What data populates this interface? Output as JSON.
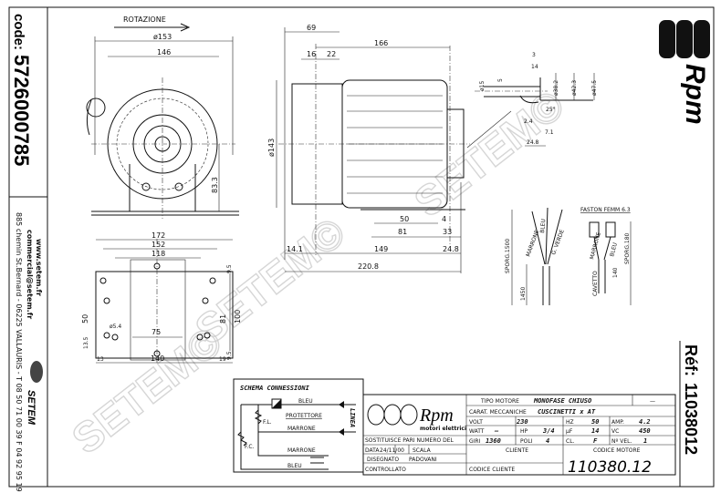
{
  "sidebar_left": {
    "code_label": "code:",
    "code_value": "5726000785",
    "website": "www.setem.fr",
    "email": "commercial@setem.fr",
    "address": "885 chemin St.Bernard - 06225 VALLAURIS - T 08 50 71 00 39  F 04 92 95 19 39",
    "logo_text": "SETEM"
  },
  "sidebar_right": {
    "logo_text": "Rpm",
    "ref_label": "Réf:",
    "ref_value": "11038012"
  },
  "watermark": "SETEM©",
  "front_view": {
    "rotation_label": "ROTAZIONE",
    "dims": {
      "d153": "ø153",
      "d146": "146",
      "h83": "83.3"
    }
  },
  "side_view": {
    "dims": {
      "d69": "69",
      "d166": "166",
      "d16": "16",
      "d22": "22",
      "d143": "ø143",
      "d50": "50",
      "d4": "4",
      "d81": "81",
      "d33": "33",
      "d14_1": "14.1",
      "d149": "149",
      "d24_8": "24.8",
      "d220_8": "220.8"
    }
  },
  "shaft_detail": {
    "dims": {
      "d3": "3",
      "d14": "14",
      "d15": "ø15",
      "d5": "5",
      "d38": "ø38.2",
      "d42": "ø42.3",
      "d47": "ø47.5",
      "a25": "25°",
      "d2_4": "2.4",
      "d7_1": "7.1",
      "d24_8": "24.8"
    }
  },
  "base_plan": {
    "dims": {
      "d172": "172",
      "d152": "152",
      "d118": "118",
      "d9_5a": "9.5",
      "d100": "100",
      "d81": "81",
      "d50": "50",
      "d5_4": "ø5.4",
      "d13_5": "13.5",
      "d75": "75",
      "d9_5b": "9.5",
      "d13": "13",
      "d140": "140",
      "d19": "19"
    }
  },
  "cables": {
    "faston_label": "FASTON FEMM 6.3",
    "left": {
      "wire1": "MARRONE",
      "wire2": "BLEU",
      "wire3": "G. VERDE",
      "sporg": "SPORG.1500",
      "len": "1450"
    },
    "right": {
      "wire1": "MARRONE",
      "wire2": "BLEU",
      "cable": "CAVETTO",
      "len": "140",
      "sporg": "SPORG.180"
    }
  },
  "schema": {
    "title": "SCHEMA CONNESSIONI",
    "bleu_top": "BLEU",
    "protettore": "PROTETTORE",
    "fl": "F.L.",
    "marrone1": "MARRONE",
    "fc": "F.C.",
    "marrone2": "MARRONE",
    "bleu_bottom": "BLEU",
    "linea": "LINEA"
  },
  "title_block": {
    "brand": "Rpm",
    "brand_sub": "motori elettrici",
    "tipo_label": "TIPO MOTORE",
    "tipo_value": "MONOFASE CHIUSO",
    "tipo_extra": "—",
    "carat_label": "CARAT. MECCANICHE",
    "carat_value": "CUSCINETTI x AT",
    "volt_label": "VOLT",
    "volt_value": "230",
    "hz_label": "HZ",
    "hz_value": "50",
    "amp_label": "AMP.",
    "amp_value": "4.2",
    "watt_label": "WATT",
    "watt_value": "—",
    "hp_label": "HP",
    "hp_value": "3/4",
    "uf_label": "µF",
    "uf_value": "14",
    "vc_label": "VC",
    "vc_value": "450",
    "giri_label": "GIRI",
    "giri_value": "1360",
    "poli_label": "POLI",
    "poli_value": "4",
    "cl_label": "CL.",
    "cl_value": "F",
    "nvel_label": "Nº VEL.",
    "nvel_value": "1",
    "sostituisce": "SOSTITUISCE PARI NUMERO DEL",
    "data_label": "DATA",
    "data_value": "24/11/00",
    "scala_label": "SCALA",
    "disegnato_label": "DISEGNATO",
    "disegnato_value": "PADOVANI",
    "controllato_label": "CONTROLLATO",
    "cliente_label": "CLIENTE",
    "codice_cliente_label": "CODICE CLIENTE",
    "codice_motore_label": "CODICE MOTORE",
    "codice_motore_value": "110380.12"
  }
}
